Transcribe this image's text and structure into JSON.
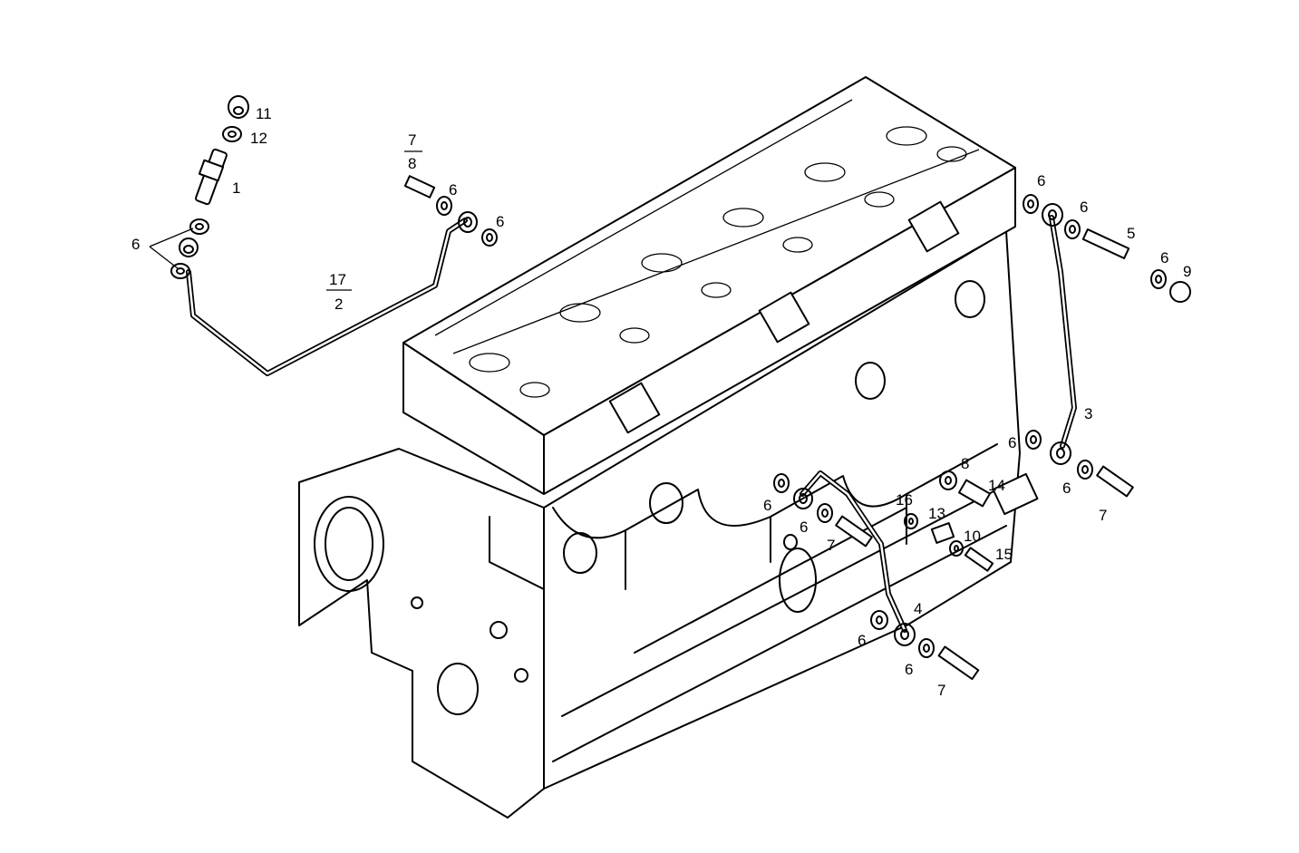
{
  "diagram": {
    "type": "exploded parts diagram",
    "colors": {
      "line": "#000000",
      "background": "#ffffff"
    },
    "callouts": {
      "c11": "11",
      "c12": "12",
      "c1": "1",
      "c6a": "6",
      "f78_top": "7",
      "f78_bottom": "8",
      "c6b": "6",
      "c6c": "6",
      "f172_top": "17",
      "f172_bottom": "2",
      "c6d": "6",
      "c6e": "6",
      "c5": "5",
      "c6f": "6",
      "c9": "9",
      "c3": "3",
      "c6g": "6",
      "c8": "8",
      "c14": "14",
      "c6h": "6",
      "c7a": "7",
      "c16": "16",
      "c13": "13",
      "c10": "10",
      "c15": "15",
      "c6i": "6",
      "c6j": "6",
      "c7b": "7",
      "c4": "4",
      "c6k": "6",
      "c6l": "6",
      "c7c": "7"
    }
  }
}
